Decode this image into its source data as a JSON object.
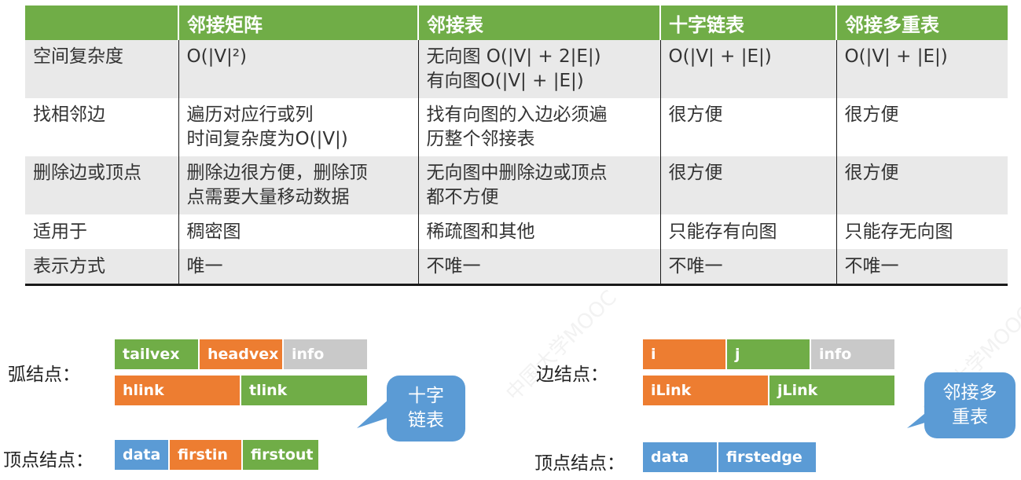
{
  "table": {
    "headers": [
      "",
      "邻接矩阵",
      "邻接表",
      "十字链表",
      "邻接多重表"
    ],
    "rows": [
      {
        "label": "空间复杂度",
        "cells": [
          [
            "O(|V|²)"
          ],
          [
            "无向图 O(|V| + 2|E|)",
            "有向图O(|V| + |E|)"
          ],
          [
            "O(|V| + |E|)"
          ],
          [
            "O(|V| + |E|)"
          ]
        ]
      },
      {
        "label": "找相邻边",
        "cells": [
          [
            "遍历对应行或列",
            "时间复杂度为O(|V|)"
          ],
          [
            "找有向图的入边必须遍",
            "历整个邻接表"
          ],
          [
            "很方便"
          ],
          [
            "很方便"
          ]
        ]
      },
      {
        "label": "删除边或顶点",
        "cells": [
          [
            "删除边很方便，删除顶",
            "点需要大量移动数据"
          ],
          [
            "无向图中删除边或顶点",
            "都不方便"
          ],
          [
            "很方便"
          ],
          [
            "很方便"
          ]
        ]
      },
      {
        "label": "适用于",
        "cells": [
          [
            "稠密图"
          ],
          [
            "稀疏图和其他"
          ],
          [
            "只能存有向图"
          ],
          [
            "只能存无向图"
          ]
        ]
      },
      {
        "label": "表示方式",
        "cells": [
          [
            "唯一"
          ],
          [
            "不唯一"
          ],
          [
            "不唯一"
          ],
          [
            "不唯一"
          ]
        ]
      }
    ]
  },
  "cross_list": {
    "arc_label": "弧结点：",
    "arc_row1": [
      "tailvex",
      "headvex",
      "info"
    ],
    "arc_row2": [
      "hlink",
      "tlink"
    ],
    "vertex_label": "顶点结点：",
    "vertex_fields": [
      "data",
      "firstin",
      "firstout"
    ],
    "callout": [
      "十字",
      "链表"
    ]
  },
  "multi_list": {
    "edge_label": "边结点：",
    "edge_row1": [
      "i",
      "j",
      "info"
    ],
    "edge_row2": [
      "iLink",
      "jLink"
    ],
    "vertex_label": "顶点结点：",
    "vertex_fields": [
      "data",
      "firstedge"
    ],
    "callout": [
      "邻接多",
      "重表"
    ]
  },
  "colors": {
    "green": "#70ad47",
    "orange": "#ed7d31",
    "grey": "#c9c9c9",
    "blue": "#5b9bd5"
  },
  "watermark": "中国大学MOOC"
}
